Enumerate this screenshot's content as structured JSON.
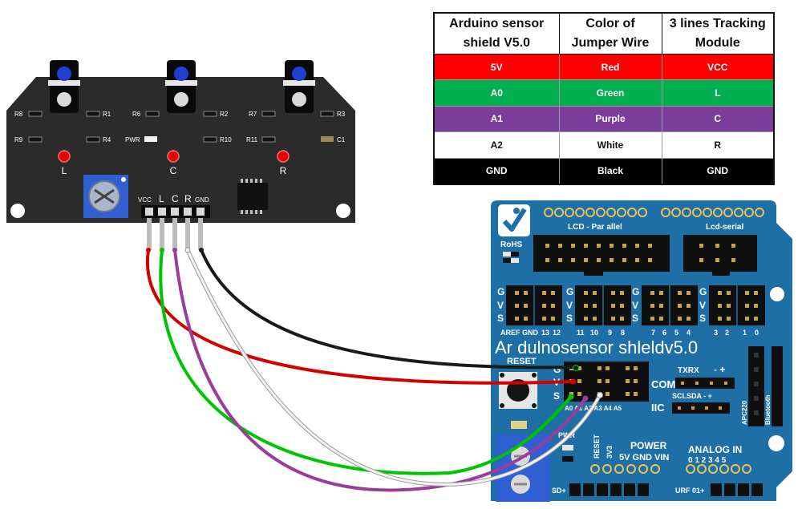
{
  "sensor_module": {
    "resistor_labels": [
      "R8",
      "R1",
      "R6",
      "R2",
      "R7",
      "R3",
      "R9",
      "R4",
      "PWR",
      "R10",
      "R11",
      "C1"
    ],
    "led_labels": [
      "L",
      "C",
      "R"
    ],
    "pin_labels": [
      "VCC",
      "L",
      "C",
      "R",
      "GND"
    ]
  },
  "wiring_table": {
    "headers": [
      "Arduino sensor shield V5.0",
      "Color of Jumper Wire",
      "3 lines Tracking Module"
    ],
    "rows": [
      {
        "shield": "5V",
        "color": "Red",
        "module": "VCC",
        "bg": "#ff0000",
        "fg": "#ffffff"
      },
      {
        "shield": "A0",
        "color": "Green",
        "module": "L",
        "bg": "#00b050",
        "fg": "#ffffff"
      },
      {
        "shield": "A1",
        "color": "Purple",
        "module": "C",
        "bg": "#7a3d9a",
        "fg": "#ffffff"
      },
      {
        "shield": "A2",
        "color": "White",
        "module": "R",
        "bg": "#ffffff",
        "fg": "#111111"
      },
      {
        "shield": "GND",
        "color": "Black",
        "module": "GND",
        "bg": "#000000",
        "fg": "#ffffff"
      }
    ]
  },
  "shield": {
    "rohs": "RoHS",
    "lcd_parallel": "LCD - Par  allel",
    "lcd_serial": "Lcd-serial",
    "gvs": [
      "G",
      "V",
      "S"
    ],
    "digital_labels": [
      "AREF",
      "GND",
      "13",
      "12",
      "11",
      "10",
      "9",
      "8",
      "7",
      "6",
      "5",
      "4",
      "3",
      "2",
      "1",
      "0"
    ],
    "title": "Ar dulnosensor shleldv5.0",
    "reset": "RESET",
    "analog_pins_label": "A0 A1 A2 A3 A4 A5",
    "txrx": "TXRX",
    "txrx_pm": "-  +",
    "com": "COM",
    "sclsda": "SCLSDA - +",
    "iic": "IIC",
    "apc220": "APC220",
    "bluetooth": "Bluetooth",
    "pwr": "PWR",
    "power": "POWER",
    "reset_small": "RESET",
    "v33": "3V3",
    "power_pins": "5V GND VIN",
    "analog_in": "ANALOG IN",
    "analog_nums": "0  1  2  3  4  5",
    "sd": "SD+",
    "urf": "URF 01+"
  },
  "colors": {
    "board_dark": "#2b2b2b",
    "shield_blue": "#1e6fa6",
    "header_black": "#111111",
    "pin_gold": "#c9a347",
    "wire_black": "#1a1a1a",
    "wire_red": "#d40000",
    "wire_green": "#00c400",
    "wire_purple": "#9a3d9a",
    "wire_white": "#f2f2f2"
  }
}
